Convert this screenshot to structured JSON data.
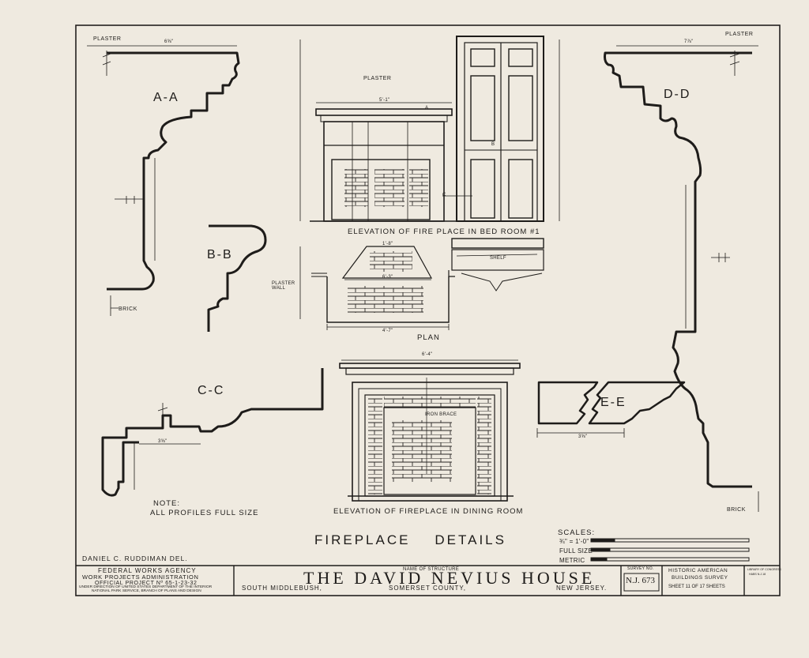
{
  "sections": {
    "aa": "A-A",
    "bb": "B-B",
    "cc": "C-C",
    "dd": "D-D",
    "ee": "E-E"
  },
  "labels": {
    "plaster_left": "PLASTER",
    "plaster_right": "PLASTER",
    "plaster_center": "PLASTER",
    "brick_left": "BRICK",
    "brick_right": "BRICK",
    "plaster_wall": "PLASTER WALL",
    "shelf": "SHELF",
    "iron_brace": "IRON BRACE",
    "sec_mark_a": "A",
    "sec_mark_b": "B",
    "sec_mark_c": "C"
  },
  "dimensions": {
    "aa_width": "6⅝\"",
    "dd_width": "7⅞\"",
    "plan_top": "1'-8\"",
    "plan_mid": "6'-3\"",
    "plan_bottom": "4'-7\"",
    "dining_width": "6'-4\"",
    "ee_width": "3⅝\"",
    "cc_width": "3⅝\"",
    "bed_width": "5'-1\""
  },
  "captions": {
    "bedroom": "ELEVATION OF FIRE PLACE IN BED ROOM #1",
    "plan": "PLAN",
    "dining": "ELEVATION OF FIREPLACE IN DINING ROOM"
  },
  "note": {
    "line1": "NOTE:",
    "line2": "ALL PROFILES FULL SIZE"
  },
  "sheet_title": "FIREPLACE    DETAILS",
  "scales": {
    "heading": "SCALES:",
    "row1": "¾\" = 1'-0\"",
    "row2": "FULL SIZE",
    "row3": "METRIC"
  },
  "delineator": "DANIEL C. RUDDIMAN  DEL.",
  "title_block": {
    "agency1": "FEDERAL WORKS AGENCY",
    "agency2": "WORK PROJECTS ADMINISTRATION",
    "agency3": "OFFICIAL PROJECT Nº 65-1-23-32",
    "agency4": "UNDER DIRECTION OF UNITED STATES DEPARTMENT OF THE INTERIOR",
    "agency5": "NATIONAL PARK SERVICE, BRANCH OF PLANS AND DESIGN",
    "name_label": "NAME OF STRUCTURE",
    "structure": "THE  DAVID  NEVIUS  HOUSE",
    "town": "SOUTH  MIDDLEBUSH,",
    "county": "SOMERSET  COUNTY,",
    "state": "NEW  JERSEY.",
    "survey_label": "SURVEY NO.",
    "survey_no": "N.J. 673",
    "habs1": "HISTORIC AMERICAN",
    "habs2": "BUILDINGS SURVEY",
    "sheet": "SHEET 11 OF 17 SHEETS",
    "loc1": "LIBRARY OF CONGRESS",
    "loc2": "HABS N.J.18"
  }
}
